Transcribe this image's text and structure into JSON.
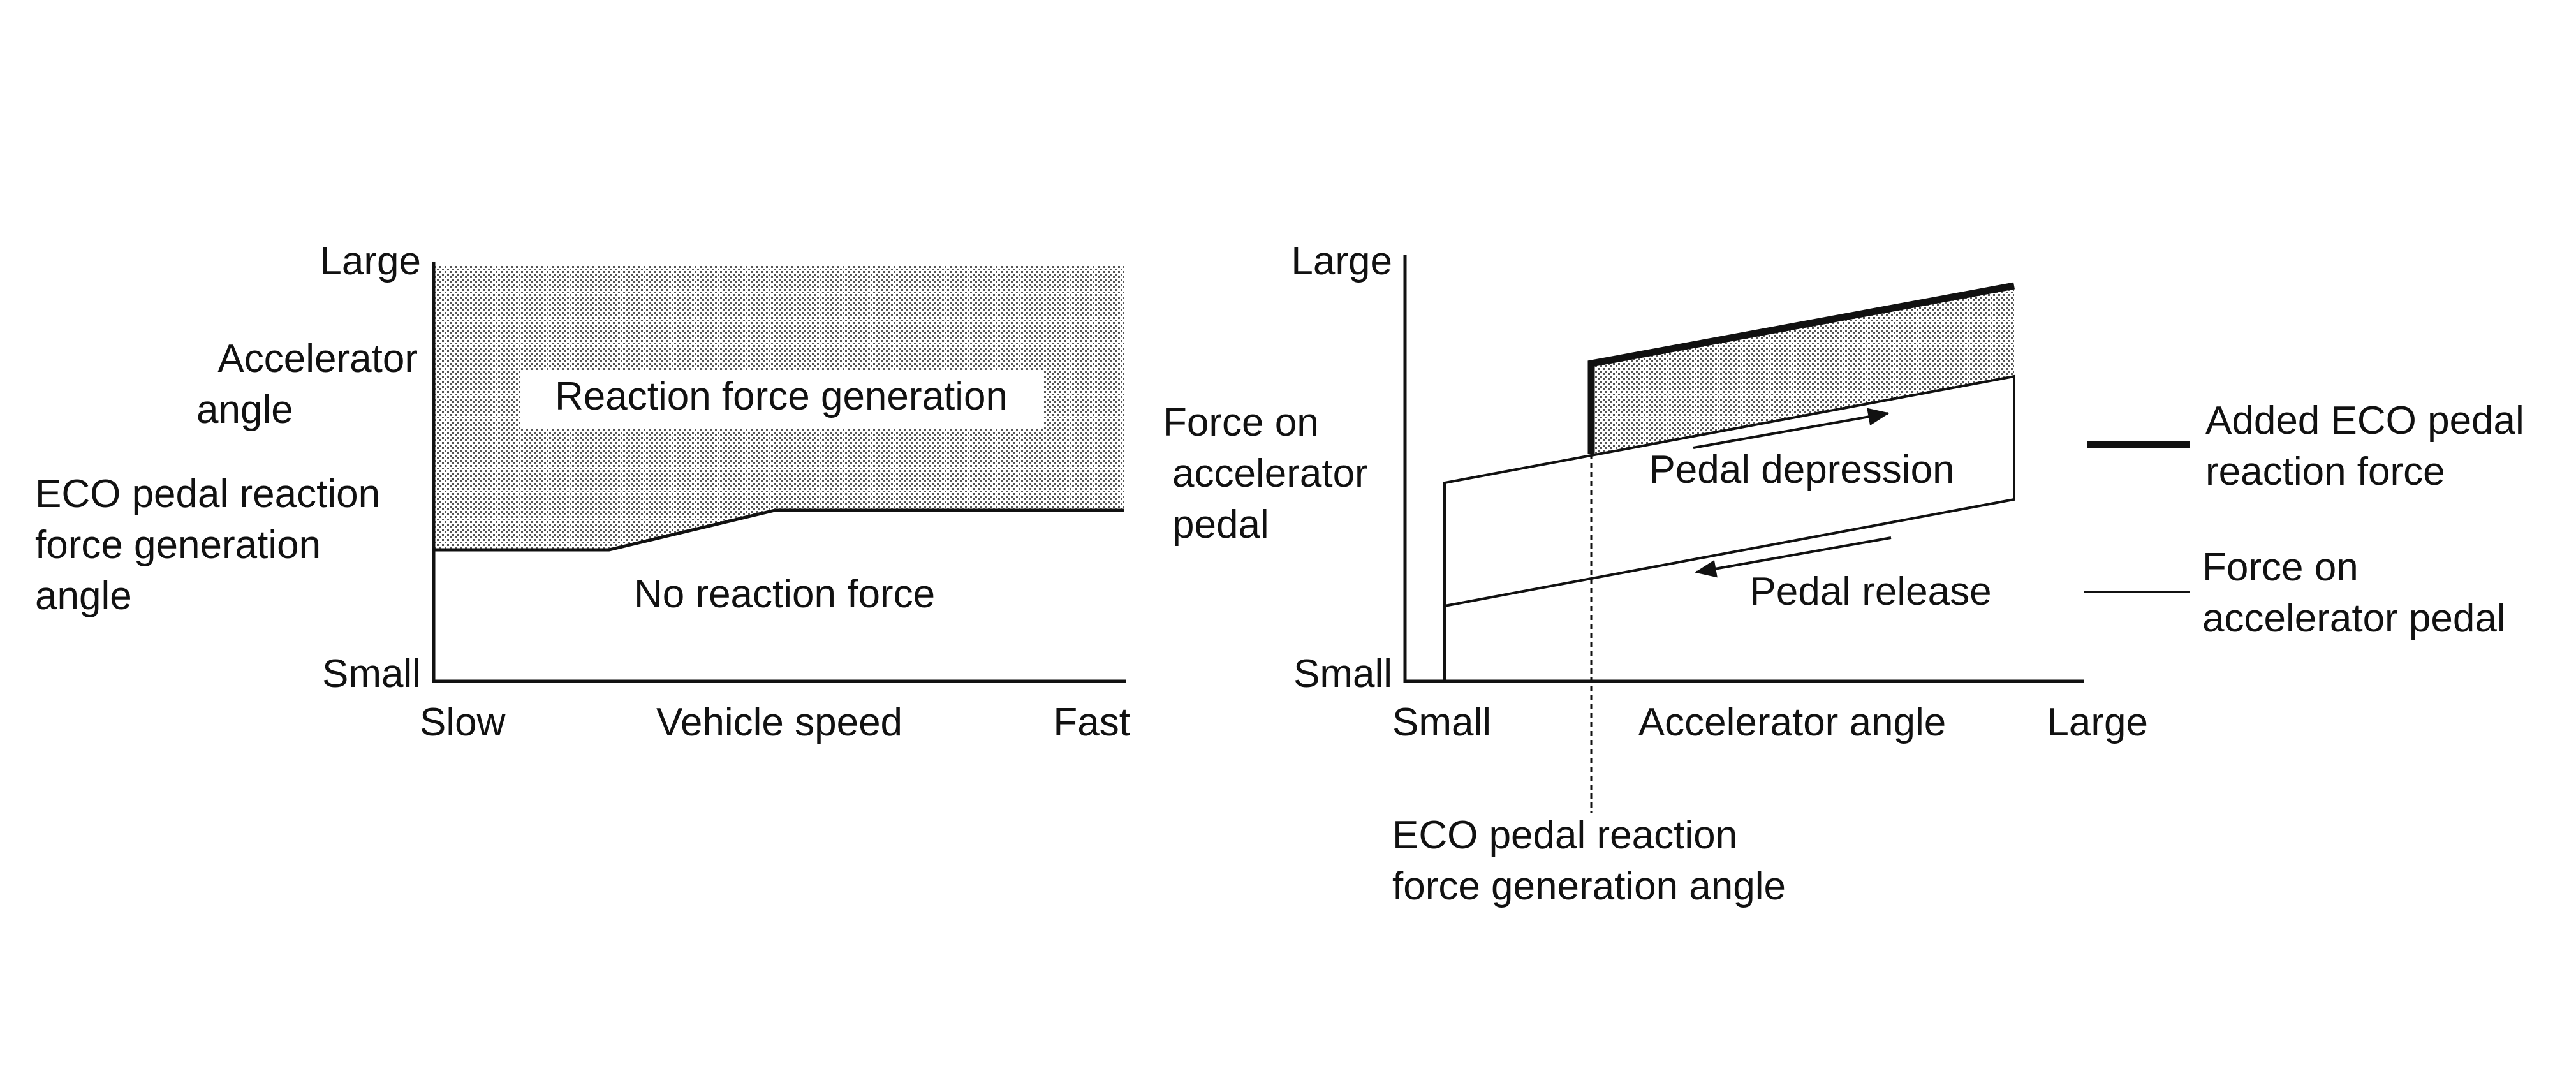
{
  "left_chart": {
    "y_top_label": "Large",
    "y_bottom_label": "Small",
    "y_mid_label_lines": [
      "Accelerator",
      "angle"
    ],
    "threshold_label_lines": [
      "ECO pedal reaction",
      "force generation",
      "angle"
    ],
    "x_left_label": "Slow",
    "x_center_label": "Vehicle speed",
    "x_right_label": "Fast",
    "upper_region_label": "Reaction force generation",
    "lower_region_label": "No reaction force"
  },
  "right_chart": {
    "y_top_label": "Large",
    "y_bottom_label": "Small",
    "y_axis_label_lines": [
      "Force on",
      "accelerator",
      "pedal"
    ],
    "x_left_label": "Small",
    "x_center_label": "Accelerator angle",
    "x_right_label": "Large",
    "depression_label": "Pedal depression",
    "release_label": "Pedal release",
    "threshold_label_lines": [
      "ECO pedal reaction",
      "force generation angle"
    ]
  },
  "legend": {
    "items": [
      {
        "style": "thick-line",
        "label_lines": [
          "Added ECO pedal",
          "reaction force"
        ]
      },
      {
        "style": "thin-line",
        "label_lines": [
          "Force on",
          "accelerator pedal"
        ]
      }
    ]
  },
  "colors": {
    "ink": "#111111",
    "background": "#ffffff"
  }
}
